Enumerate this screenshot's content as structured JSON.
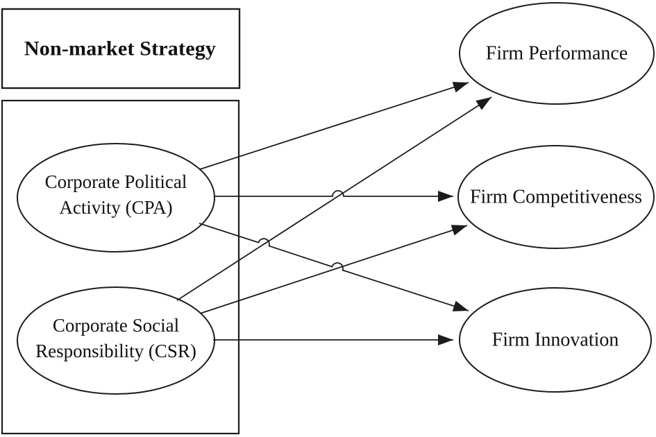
{
  "diagram": {
    "type": "conceptual-model",
    "background_color": "#ffffff",
    "stroke_color": "#1c1c1c",
    "title_box": {
      "label": "Non-market Strategy"
    },
    "nodes": {
      "cpa": {
        "line1": "Corporate Political",
        "line2": "Activity (CPA)"
      },
      "csr": {
        "line1": "Corporate Social",
        "line2": "Responsibility (CSR)"
      },
      "performance": {
        "label": "Firm Performance"
      },
      "competitiveness": {
        "label": "Firm Competitiveness"
      },
      "innovation": {
        "label": "Firm Innovation"
      }
    },
    "edges": [
      {
        "from": "Corporate Political Activity (CPA)",
        "to": "Firm Performance"
      },
      {
        "from": "Corporate Political Activity (CPA)",
        "to": "Firm Competitiveness"
      },
      {
        "from": "Corporate Political Activity (CPA)",
        "to": "Firm Innovation"
      },
      {
        "from": "Corporate Social Responsibility (CSR)",
        "to": "Firm Performance"
      },
      {
        "from": "Corporate Social Responsibility (CSR)",
        "to": "Firm Competitiveness"
      },
      {
        "from": "Corporate Social Responsibility (CSR)",
        "to": "Firm Innovation"
      }
    ]
  }
}
